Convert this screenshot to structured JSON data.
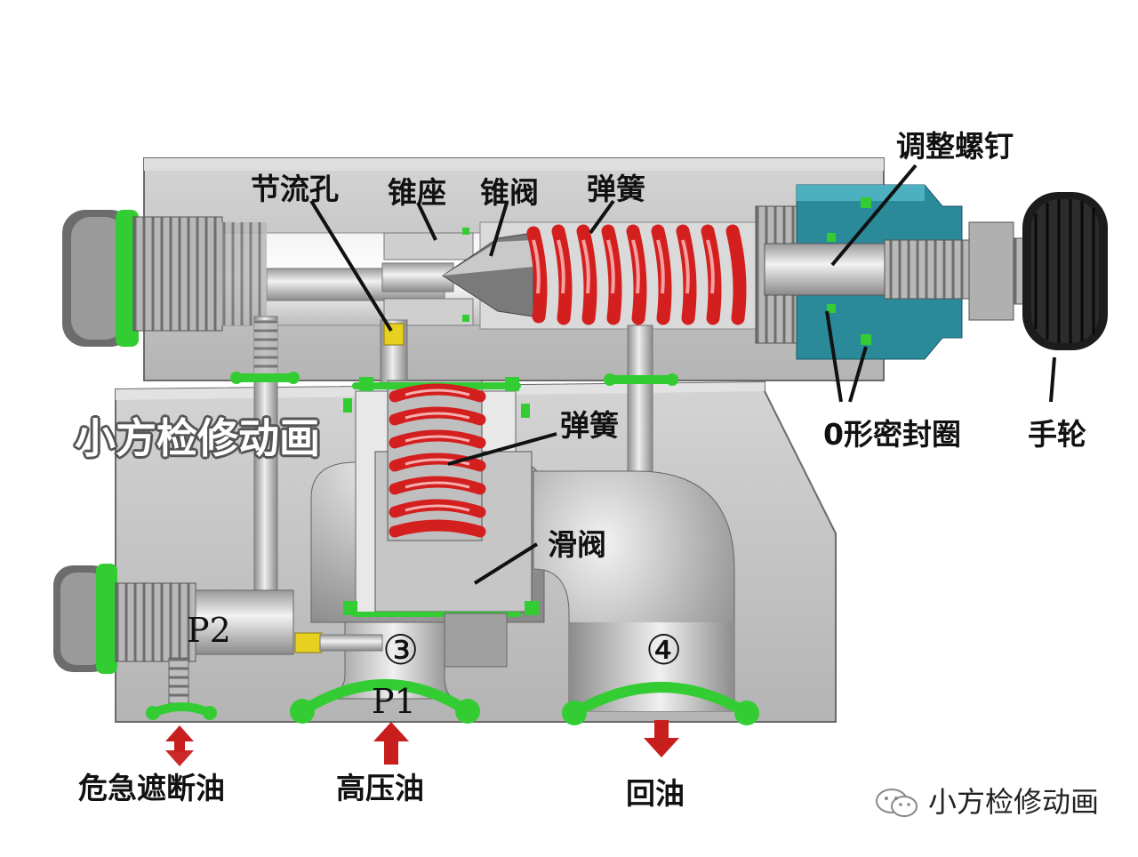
{
  "labels": {
    "throttle_hole": "节流孔",
    "cone_seat": "锥座",
    "cone_valve": "锥阀",
    "spring_top": "弹簧",
    "adjust_screw": "调整螺钉",
    "spring_mid": "弹簧",
    "slide_valve": "滑阀",
    "o_ring": "0形密封圈",
    "handwheel": "手轮",
    "p2": "P2",
    "p1": "P1",
    "port3": "③",
    "port4": "④",
    "emergency_oil": "危急遮断油",
    "high_pressure_oil": "高压油",
    "return_oil": "回油"
  },
  "watermark": "小方检修动画",
  "credit": "小方检修动画",
  "colors": {
    "body_light": "#c8c8c8",
    "body_dark": "#8e8e8e",
    "spring_red": "#d41f1f",
    "seal_green": "#33cc33",
    "nut_blue": "#2a8a9a",
    "arrow_red": "#c81e1e",
    "handwheel": "#1a1a1a"
  },
  "flow": {
    "emergency_oil": "up-down",
    "high_pressure_oil": "up",
    "return_oil": "down"
  }
}
